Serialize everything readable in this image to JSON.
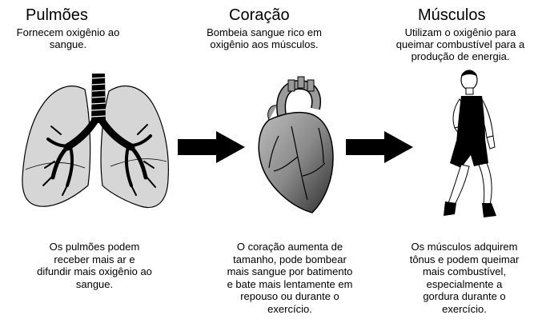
{
  "organs": [
    {
      "title": "Pulmões",
      "description_lines": [
        "Fornecem oxigênio ao",
        "sangue."
      ],
      "note_lines": [
        "Os pulmões podem",
        "receber mais ar e",
        "difundir mais oxigênio ao",
        "sangue."
      ]
    },
    {
      "title": "Coração",
      "description_lines": [
        "Bombeia sangue rico em",
        "oxigênio aos músculos."
      ],
      "note_lines": [
        "O coração aumenta de",
        "tamanho, pode bombear",
        "mais sangue por batimento",
        "e bate mais lentamente em",
        "repouso ou durante o",
        "exercício."
      ]
    },
    {
      "title": "Músculos",
      "description_lines": [
        "Utilizam o oxigênio para",
        "queimar combustível para a",
        "produção de energia."
      ],
      "note_lines": [
        "Os músculos adquirem",
        "tônus e podem queimar",
        "mais combustível,",
        "especialmente a",
        "gordura durante o",
        "exercício."
      ]
    }
  ],
  "arrows": [
    "lungs-to-heart",
    "heart-to-muscles"
  ]
}
